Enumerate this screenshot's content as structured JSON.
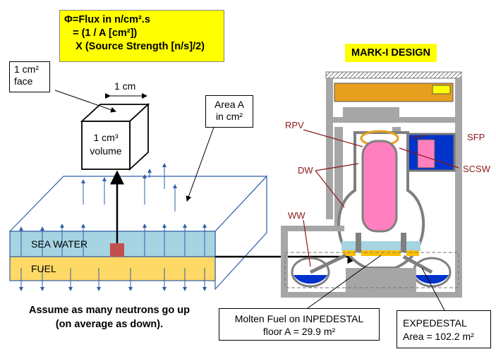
{
  "flux_box": {
    "line1": "Φ=Flux in n/cm².s",
    "line2": "   = (1 / A [cm²])",
    "line3": "    X (Source Strength [n/s]/2)"
  },
  "design_title": "MARK-I DESIGN",
  "face_label": {
    "line1": "1 cm²",
    "line2": "face"
  },
  "cm_label": "1 cm",
  "volume_label": {
    "line1": "1 cm³",
    "line2": "volume"
  },
  "area_label": {
    "line1": "Area A",
    "line2": "in cm²"
  },
  "layers": {
    "sea_water": "SEA WATER",
    "fuel": "FUEL"
  },
  "note": {
    "line1": "Assume as many neutrons go up",
    "line2": "(on average as down)."
  },
  "reactor_labels": {
    "rpv": "RPV",
    "dw": "DW",
    "ww": "WW",
    "sfp": "SFP",
    "scsw": "SCSW"
  },
  "inpedestal_box": {
    "line1": "Molten Fuel on INPEDESTAL",
    "line2": "floor A = 29.9 m²"
  },
  "expedestal_box": {
    "line1": "EXPEDESTAL",
    "line2": "Area = 102.2 m²"
  },
  "colors": {
    "yellow": "#ffff00",
    "water": "#a6d4e2",
    "fuel": "#ffd966",
    "pink": "#ff7fbf",
    "blue": "#0033cc",
    "orange": "#e6a01e",
    "wall_gray": "#a6a6a6"
  }
}
